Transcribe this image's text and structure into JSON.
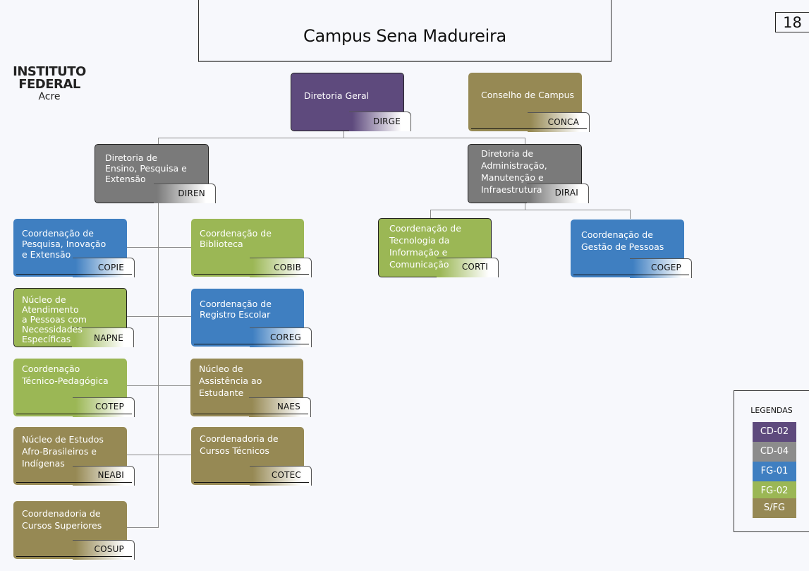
{
  "page": {
    "title": "Campus Sena Madureira",
    "page_number": "18"
  },
  "logo": {
    "line1": "INSTITUTO",
    "line2": "FEDERAL",
    "line3": "Acre"
  },
  "nodes": {
    "dirge": {
      "name": "Diretoria Geral",
      "code": "DIRGE",
      "level": "CD-02"
    },
    "conca": {
      "name": "Conselho de Campus",
      "code": "CONCA",
      "level": "S/FG"
    },
    "diren": {
      "name": "Diretoria de\nEnsino, Pesquisa e\nExtensão",
      "code": "DIREN",
      "level": "CD-04"
    },
    "dirai": {
      "name": "Diretoria de\nAdministração,\nManutenção e\nInfraestrutura",
      "code": "DIRAI",
      "level": "CD-04"
    },
    "copie": {
      "name": "Coordenação de\nPesquisa, Inovação\ne Extensão",
      "code": "COPIE",
      "level": "FG-01"
    },
    "cobib": {
      "name": "Coordenação de\nBiblioteca",
      "code": "COBIB",
      "level": "FG-02"
    },
    "napne": {
      "name": "Núcleo de Atendimento\na Pessoas com\nNecessidades\nEspecíficas",
      "code": "NAPNE",
      "level": "FG-02"
    },
    "coreg": {
      "name": "Coordenação de\nRegistro Escolar",
      "code": "COREG",
      "level": "FG-01"
    },
    "cotep": {
      "name": "Coordenação\nTécnico-Pedagógica",
      "code": "COTEP",
      "level": "FG-02"
    },
    "naes": {
      "name": "Núcleo de\nAssistência ao\nEstudante",
      "code": "NAES",
      "level": "S/FG"
    },
    "neabi": {
      "name": "Núcleo de Estudos\nAfro-Brasileiros e\nIndígenas",
      "code": "NEABI",
      "level": "S/FG"
    },
    "cotec": {
      "name": "Coordenadoria de\nCursos Técnicos",
      "code": "COTEC",
      "level": "S/FG"
    },
    "cosup": {
      "name": "Coordenadoria de\nCursos Superiores",
      "code": "COSUP",
      "level": "S/FG"
    },
    "corti": {
      "name": "Coordenação de\nTecnologia da\nInformação e\nComunicação",
      "code": "CORTI",
      "level": "FG-02"
    },
    "cogep": {
      "name": "Coordenação de\nGestão de Pessoas",
      "code": "COGEP",
      "level": "FG-01"
    }
  },
  "legend": {
    "title": "LEGENDAS",
    "items": [
      {
        "label": "CD-02",
        "color": "#5e4a7d"
      },
      {
        "label": "CD-04",
        "color": "#8c8c8c"
      },
      {
        "label": "FG-01",
        "color": "#3f7fc1"
      },
      {
        "label": "FG-02",
        "color": "#9bb755"
      },
      {
        "label": "S/FG",
        "color": "#968954"
      }
    ]
  }
}
